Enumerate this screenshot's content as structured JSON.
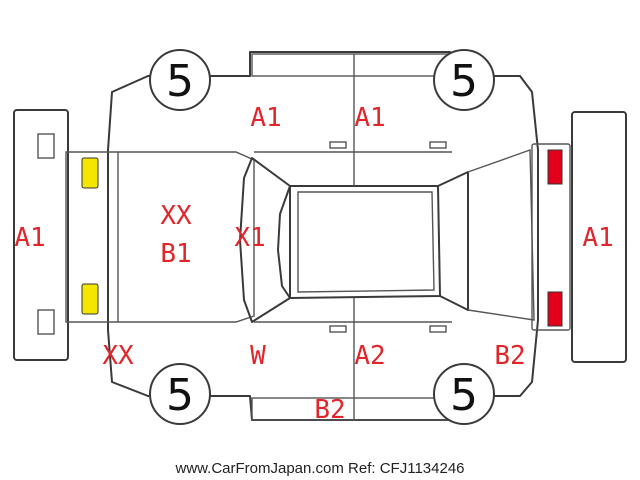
{
  "diagram": {
    "tires": {
      "front_left": "5",
      "front_right": "5",
      "rear_left": "5",
      "rear_right": "5"
    },
    "labels": {
      "front_bumper": "A1",
      "rear_bumper": "A1",
      "hood_xx": "XX",
      "hood_b1": "B1",
      "windshield": "X1",
      "top_left_fender": "A1",
      "top_right_door": "A1",
      "bottom_left_corner": "XX",
      "bottom_left_fender": "W",
      "bottom_door": "A2",
      "bottom_right_corner": "B2",
      "bottom_rocker": "B2"
    },
    "colors": {
      "label_red": "#e0262b",
      "headlight_yellow": "#f5e600",
      "taillight_red": "#e3001b",
      "outline": "#3a3a3a"
    }
  },
  "footer": {
    "text": "www.CarFromJapan.com Ref: CFJ1134246"
  }
}
